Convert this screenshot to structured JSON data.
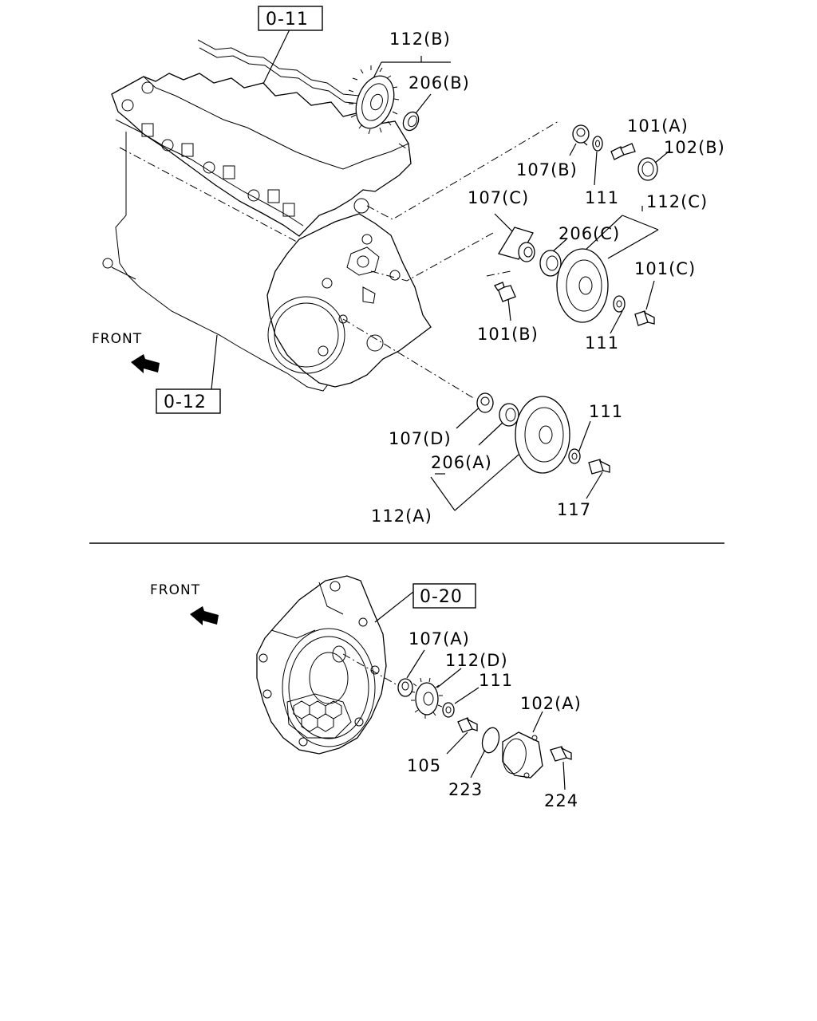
{
  "top_section": {
    "front_label": "FRONT",
    "ref_boxes": [
      "0-11",
      "0-12"
    ],
    "labels": {
      "p112B": "112(B)",
      "p206B": "206(B)",
      "p101A": "101(A)",
      "p102B": "102(B)",
      "p107B": "107(B)",
      "p111a": "111",
      "p107C": "107(C)",
      "p112C": "112(C)",
      "p206C": "206(C)",
      "p101C": "101(C)",
      "p101B": "101(B)",
      "p111b": "111",
      "p107D": "107(D)",
      "p111c": "111",
      "p206A": "206(A)",
      "p117": "117",
      "p112A": "112(A)"
    }
  },
  "bottom_section": {
    "front_label": "FRONT",
    "ref_box": "0-20",
    "labels": {
      "p107A": "107(A)",
      "p112D": "112(D)",
      "p111": "111",
      "p102A": "102(A)",
      "p105": "105",
      "p223": "223",
      "p224": "224"
    }
  }
}
